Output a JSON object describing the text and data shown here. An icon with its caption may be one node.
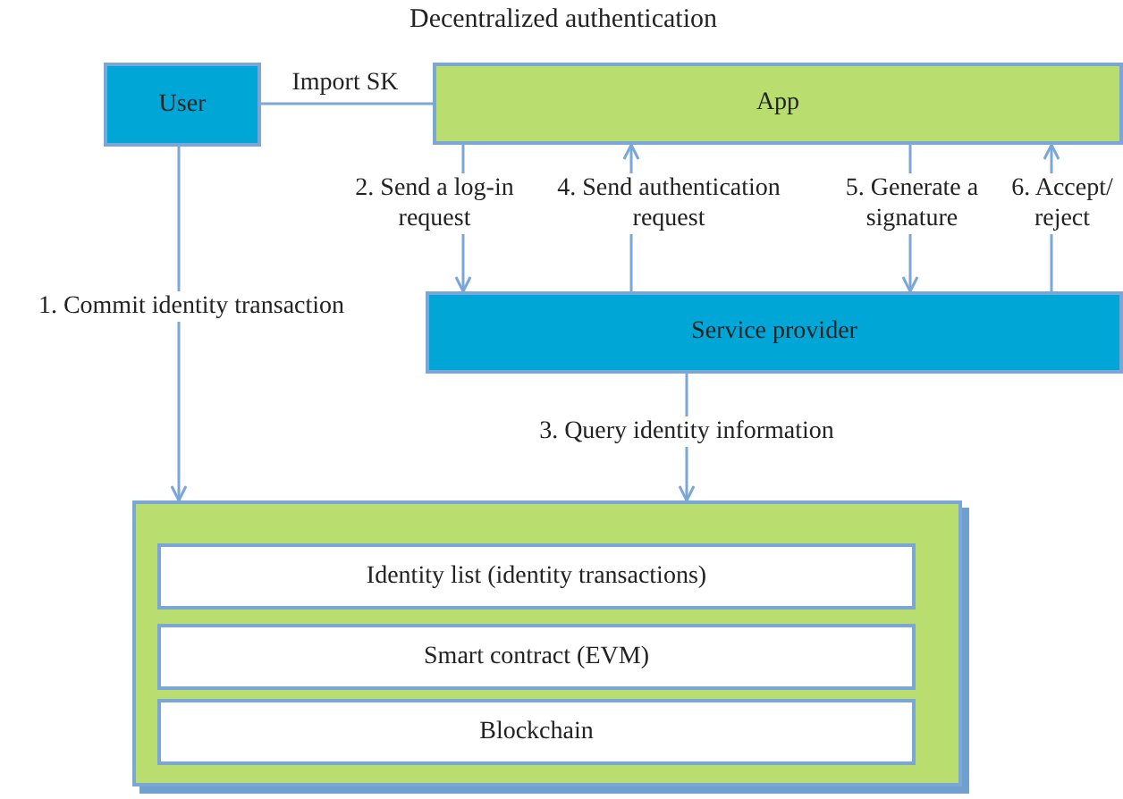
{
  "diagram": {
    "title": "Decentralized authentication",
    "nodes": [
      {
        "text": [
          "User"
        ]
      },
      {
        "text": [
          "App"
        ]
      },
      {
        "text": [
          "Service provider"
        ]
      },
      {
        "text": [],
        "shape": "box"
      },
      {
        "text": [
          "Identity list (identity transactions)"
        ],
        "in": 3
      },
      {
        "text": [
          "Smart contract (EVM)"
        ],
        "in": 3
      },
      {
        "text": [
          "Blockchain"
        ],
        "in": 3
      }
    ],
    "edges": [
      {
        "from": 0,
        "to": 1,
        "arrow": "none",
        "label": "Import SK"
      },
      {
        "from": 0,
        "to": 3,
        "arrow": "to",
        "label": "1. Commit identity transaction"
      },
      {
        "from": 1,
        "to": 2,
        "arrow": "to",
        "label": "2. Send a log-in request"
      },
      {
        "from": 2,
        "to": 1,
        "arrow": "to",
        "label": "4. Send authentication request"
      },
      {
        "from": 1,
        "to": 2,
        "arrow": "to",
        "label": "5. Generate a signature"
      },
      {
        "from": 2,
        "to": 1,
        "arrow": "to",
        "label": "6. Accept/ reject"
      },
      {
        "from": 2,
        "to": 3,
        "arrow": "to",
        "label": "3. Query identity information"
      }
    ]
  }
}
